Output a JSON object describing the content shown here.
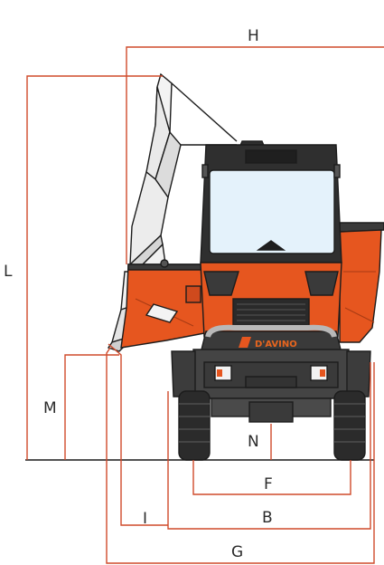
{
  "dimensions": {
    "H": "H",
    "L": "L",
    "M": "M",
    "N": "N",
    "F": "F",
    "B": "B",
    "I": "I",
    "G": "G"
  },
  "brand": "D'AVINO",
  "colors": {
    "body_orange": "#e6561f",
    "body_dark": "#2f2f2f",
    "dimension_line": "#cf4a2a",
    "glass": "#e4f2fb"
  }
}
